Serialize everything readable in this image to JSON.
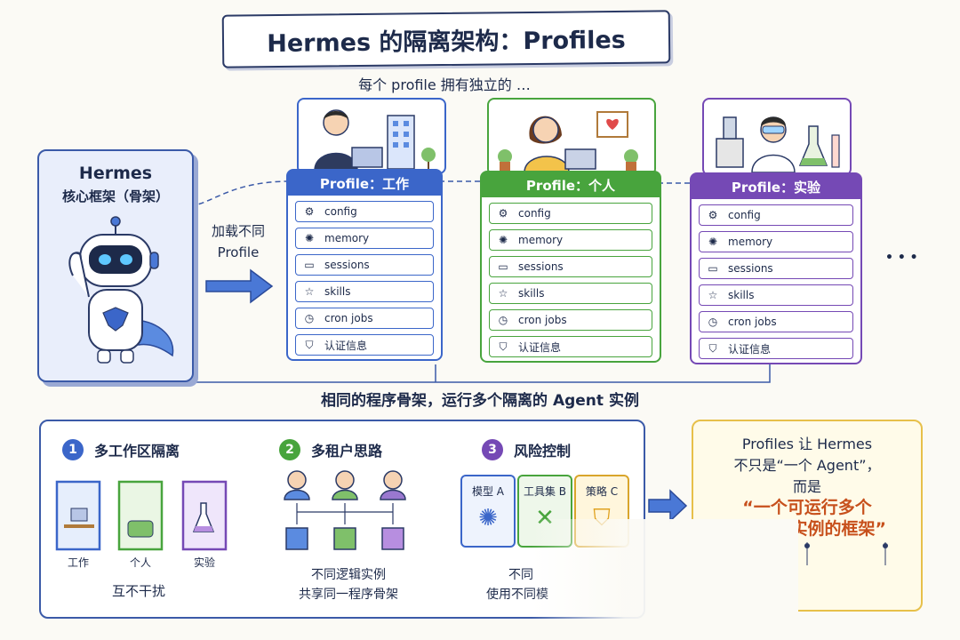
{
  "title": "Hermes 的隔离架构：Profiles",
  "subtitle": "每个 profile 拥有独立的 …",
  "hermes": {
    "title": "Hermes",
    "subtitle": "核心框架（骨架）"
  },
  "load_label_1": "加载不同",
  "load_label_2": "Profile",
  "ellipsis": "• • •",
  "profiles": [
    {
      "header": "Profile：工作",
      "color": "#3b66c9",
      "items": [
        "config",
        "memory",
        "sessions",
        "skills",
        "cron jobs",
        "认证信息"
      ]
    },
    {
      "header": "Profile：个人",
      "color": "#48a43d",
      "items": [
        "config",
        "memory",
        "sessions",
        "skills",
        "cron jobs",
        "认证信息"
      ]
    },
    {
      "header": "Profile：实验",
      "color": "#7549b5",
      "items": [
        "config",
        "memory",
        "sessions",
        "skills",
        "cron jobs",
        "认证信息"
      ]
    }
  ],
  "item_icons": [
    "gear-icon",
    "brain-icon",
    "chat-icon",
    "star-icon",
    "clock-icon",
    "shield-check-icon"
  ],
  "bottom_text": "相同的程序骨架，运行多个隔离的 Agent 实例",
  "sections": [
    {
      "num": "1",
      "title": "多工作区隔离",
      "color": "#3b66c9"
    },
    {
      "num": "2",
      "title": "多租户思路",
      "color": "#48a43d"
    },
    {
      "num": "3",
      "title": "风险控制",
      "color": "#7549b5"
    }
  ],
  "workspaces": [
    "工作",
    "个人",
    "实验"
  ],
  "workspace_caption": "互不干扰",
  "tenant_caption_1": "不同逻辑实例",
  "tenant_caption_2": "共享同一程序骨架",
  "risk_cards": [
    {
      "label": "模型 A",
      "icon": "brain-icon"
    },
    {
      "label": "工具集 B",
      "icon": "tools-icon"
    },
    {
      "label": "策略 C",
      "icon": "shield-check-icon"
    }
  ],
  "risk_caption_1": "不同",
  "risk_caption_2": "使用不同模",
  "conclusion": {
    "line1": "Profiles 让 Hermes",
    "line2": "不只是“一个 Agent”，",
    "line3": "而是",
    "line4": "“一个可运行多个",
    "line5": "Agent 实例的框架”"
  }
}
